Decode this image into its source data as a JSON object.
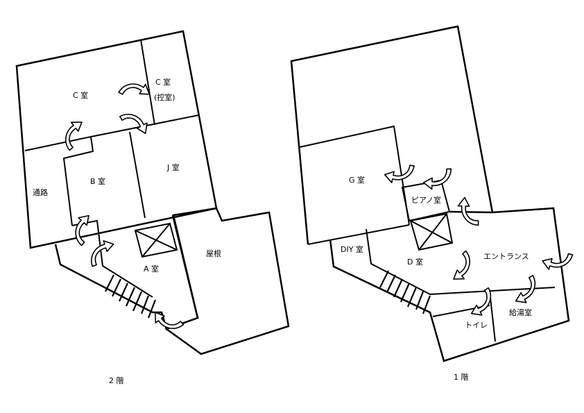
{
  "floor2": {
    "caption": "2 階",
    "rooms": {
      "c_main": "C 室",
      "c_sub_line1": "C 室",
      "c_sub_line2": "(控室)",
      "corridor": "通路",
      "b": "B 室",
      "j": "J 室",
      "a": "A 室",
      "roof": "屋根"
    }
  },
  "floor1": {
    "caption": "1 階",
    "rooms": {
      "g": "G 室",
      "piano": "ピアノ室",
      "diy": "DIY 室",
      "d": "D 室",
      "entrance": "エントランス",
      "toilet": "トイレ",
      "kyutou": "給湯室"
    }
  }
}
